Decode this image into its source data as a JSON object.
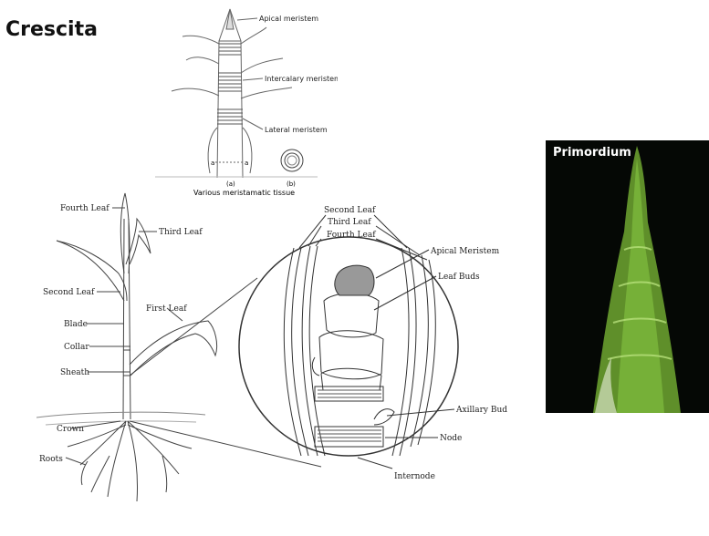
{
  "title": "Crescita",
  "meristem_diagram": {
    "labels": {
      "apical": "Apical meristem",
      "intercalary": "Intercalary meristem",
      "lateral": "Lateral meristem"
    },
    "section_a_marks": [
      "a",
      "a"
    ],
    "panel_a": "(a)",
    "panel_b": "(b)",
    "caption": "Various meristamatic tissue"
  },
  "plant_labels": {
    "fourth_leaf": "Fourth Leaf",
    "third_leaf": "Third Leaf",
    "second_leaf": "Second Leaf",
    "first_leaf": "First Leaf",
    "blade": "Blade",
    "collar": "Collar",
    "sheath": "Sheath",
    "crown": "Crown",
    "roots": "Roots"
  },
  "detail_labels": {
    "second_leaf": "Second Leaf",
    "third_leaf": "Third Leaf",
    "fourth_leaf": "Fourth Leaf",
    "apical_meristem": "Apical Meristem",
    "leaf_buds": "Leaf Buds",
    "axillary_bud": "Axillary Bud",
    "node": "Node",
    "internode": "Internode"
  },
  "photo": {
    "label": "Primordium"
  }
}
